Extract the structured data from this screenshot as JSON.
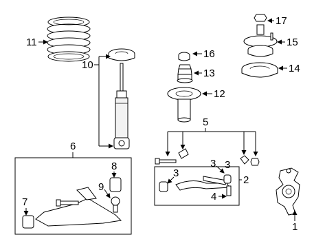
{
  "callouts": {
    "c1": "1",
    "c2": "2",
    "c3a": "3",
    "c3b": "3",
    "c3c": "3",
    "c4": "4",
    "c5": "5",
    "c6": "6",
    "c7": "7",
    "c8": "8",
    "c9": "9",
    "c10": "10",
    "c11": "11",
    "c12": "12",
    "c13": "13",
    "c14": "14",
    "c15": "15",
    "c16": "16",
    "c17": "17"
  }
}
